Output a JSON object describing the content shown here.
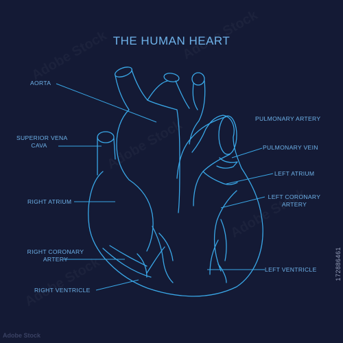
{
  "title": "THE HUMAN HEART",
  "labels": {
    "aorta": "AORTA",
    "superior_vena_cava": [
      "SUPERIOR VENA",
      "CAVA"
    ],
    "right_atrium": "RIGHT ATRIUM",
    "right_coronary_artery": [
      "RIGHT CORONARY",
      "ARTERY"
    ],
    "right_ventricle": "RIGHT VENTRICLE",
    "pulmonary_artery": "PULMONARY ARTERY",
    "pulmonary_vein": "PULMONARY VEIN",
    "left_atrium": "LEFT ATRIUM",
    "left_coronary_artery": [
      "LEFT CORONARY",
      "ARTERY"
    ],
    "left_ventricle": "LEFT VENTRICLE"
  },
  "stock_id": "172886461",
  "watermark": "Adobe Stock",
  "colors": {
    "background": "#141a35",
    "line": "#3aa8e8",
    "text": "#6fb3ea"
  }
}
